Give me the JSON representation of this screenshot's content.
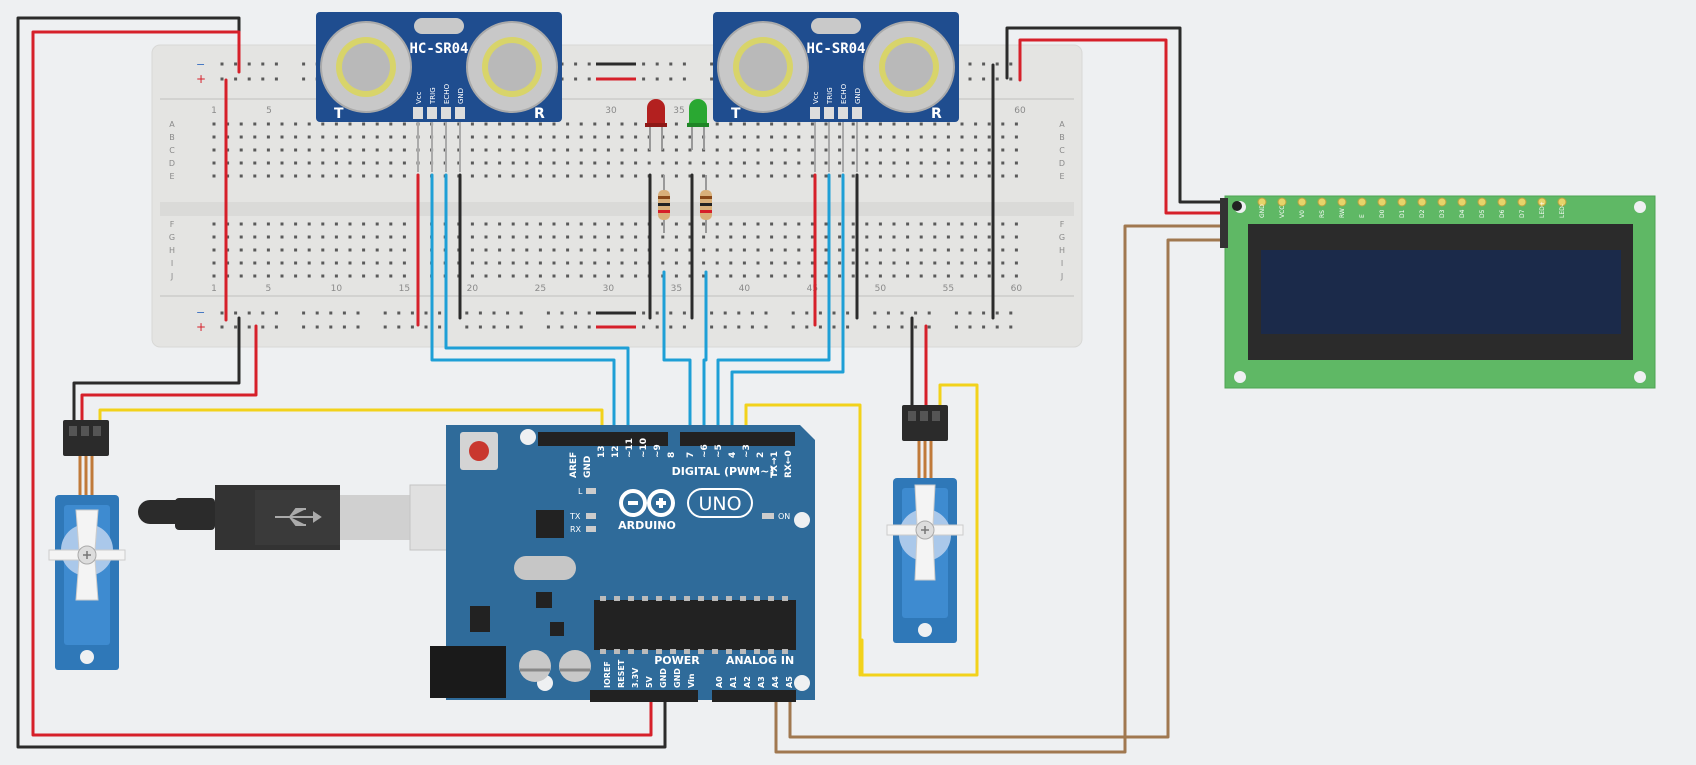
{
  "sensors": [
    {
      "model": "HC-SR04",
      "left_label": "T",
      "right_label": "R",
      "pins": [
        "Vcc",
        "TRIG",
        "ECHO",
        "GND"
      ]
    },
    {
      "model": "HC-SR04",
      "left_label": "T",
      "right_label": "R",
      "pins": [
        "Vcc",
        "TRIG",
        "ECHO",
        "GND"
      ]
    }
  ],
  "breadboard": {
    "rail_minus": "−",
    "rail_plus": "+",
    "rows_top": [
      "A",
      "B",
      "C",
      "D",
      "E"
    ],
    "rows_bottom": [
      "F",
      "G",
      "H",
      "I",
      "J"
    ],
    "col_numbers_top": [
      "1",
      "5",
      "30",
      "35",
      "60"
    ],
    "col_numbers_bottom": [
      "1",
      "5",
      "10",
      "15",
      "20",
      "25",
      "30",
      "35",
      "40",
      "45",
      "50",
      "55",
      "60"
    ]
  },
  "arduino": {
    "brand": "ARDUINO",
    "model": "UNO",
    "digital_label": "DIGITAL (PWM~)",
    "power_label": "POWER",
    "analog_label": "ANALOG IN",
    "led_l": "L",
    "led_tx": "TX",
    "led_rx": "RX",
    "led_on": "ON",
    "digital_pins": [
      "AREF",
      "GND",
      "13",
      "12",
      "~11",
      "~10",
      "~9",
      "8",
      "7",
      "~6",
      "~5",
      "4",
      "~3",
      "2",
      "TX→1",
      "RX←0"
    ],
    "power_pins": [
      "IOREF",
      "RESET",
      "3.3V",
      "5V",
      "GND",
      "GND",
      "Vin"
    ],
    "analog_pins": [
      "A0",
      "A1",
      "A2",
      "A3",
      "A4",
      "A5"
    ]
  },
  "lcd": {
    "pins": [
      "GND",
      "VCC",
      "V0",
      "RS",
      "RW",
      "E",
      "D0",
      "D1",
      "D2",
      "D3",
      "D4",
      "D5",
      "D6",
      "D7",
      "LED+",
      "LED-"
    ]
  },
  "colors": {
    "background": "#eef0f2",
    "breadboard": "#e4e4e2",
    "sensor_pcb": "#1f4d8f",
    "arduino_pcb": "#2f6b9a",
    "lcd_pcb": "#5fb865",
    "lcd_screen": "#1b2a4a",
    "servo": "#2f78b8",
    "wire_red": "#d6202a",
    "wire_black": "#2b2b2b",
    "wire_blue": "#1e9fd6",
    "wire_yellow": "#f2d21b",
    "wire_brown": "#a07850",
    "led_red": "#b3201f",
    "led_green": "#2aa832"
  },
  "icons": [
    "usb-cable-icon",
    "arduino-logo-icon",
    "reset-button-icon",
    "servo-horn-icon"
  ]
}
